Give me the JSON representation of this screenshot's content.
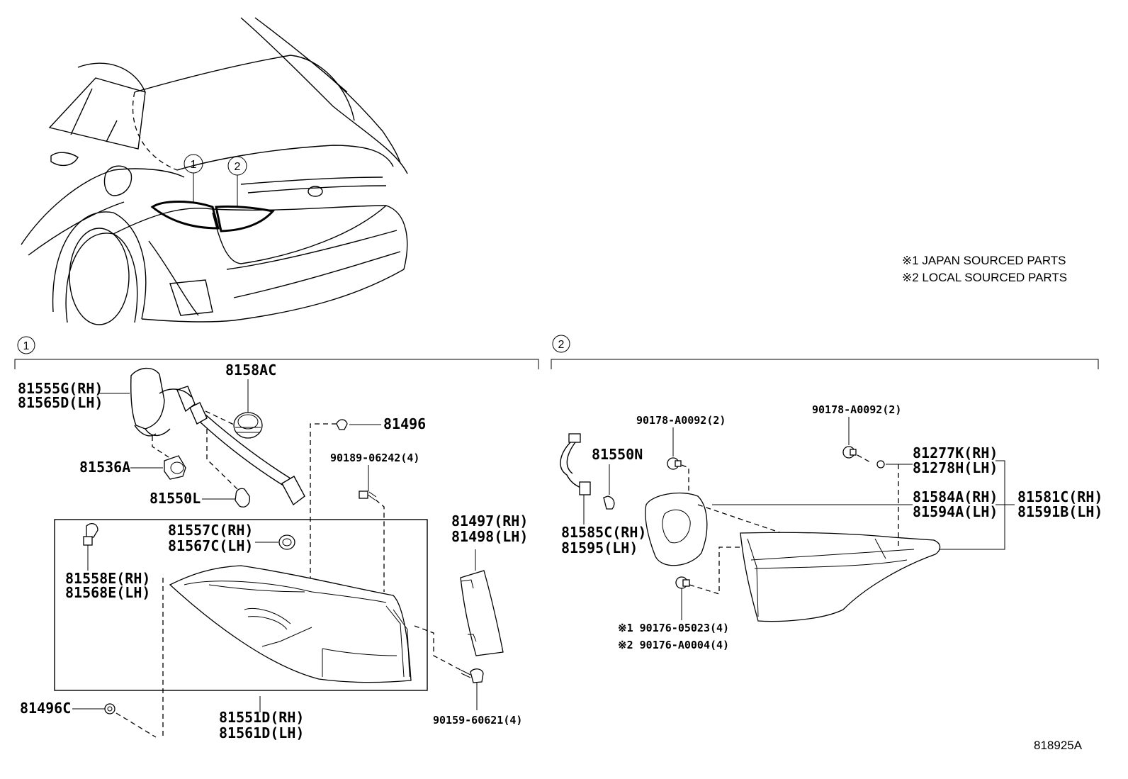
{
  "notes": {
    "note1": "※1 JAPAN SOURCED PARTS",
    "note2": "※2 LOCAL SOURCED PARTS"
  },
  "overview": {
    "callout1": "1",
    "callout2": "2"
  },
  "section1": {
    "marker": "1",
    "labels": {
      "harness_rh": "81555G(RH)",
      "harness_lh": "81565D(LH)",
      "socket_cap": "8158AC",
      "clip_top": "81496",
      "screw": "90189-06242(4)",
      "socket": "81536A",
      "bulb": "81550L",
      "bulb_socket_rh": "81557C(RH)",
      "bulb_socket_lh": "81567C(LH)",
      "reflector_rh": "81497(RH)",
      "reflector_lh": "81498(LH)",
      "side_socket_rh": "81558E(RH)",
      "side_socket_lh": "81568E(LH)",
      "clip_bottom": "81496C",
      "lamp_rh": "81551D(RH)",
      "lamp_lh": "81561D(LH)",
      "bolt": "90159-60621(4)"
    }
  },
  "section2": {
    "marker": "2",
    "labels": {
      "nut_left": "90178-A0092(2)",
      "nut_right": "90178-A0092(2)",
      "bulb": "81550N",
      "lens_rh": "81277K(RH)",
      "lens_lh": "81278H(LH)",
      "gasket_rh": "81584A(RH)",
      "gasket_lh": "81594A(LH)",
      "lamp_rh": "81581C(RH)",
      "lamp_lh": "81591B(LH)",
      "harness_rh": "81585C(RH)",
      "harness_lh": "81595(LH)",
      "grommet_jp": "※1 90176-05023(4)",
      "grommet_local": "※2 90176-A0004(4)"
    }
  },
  "reference_code": "818925A"
}
